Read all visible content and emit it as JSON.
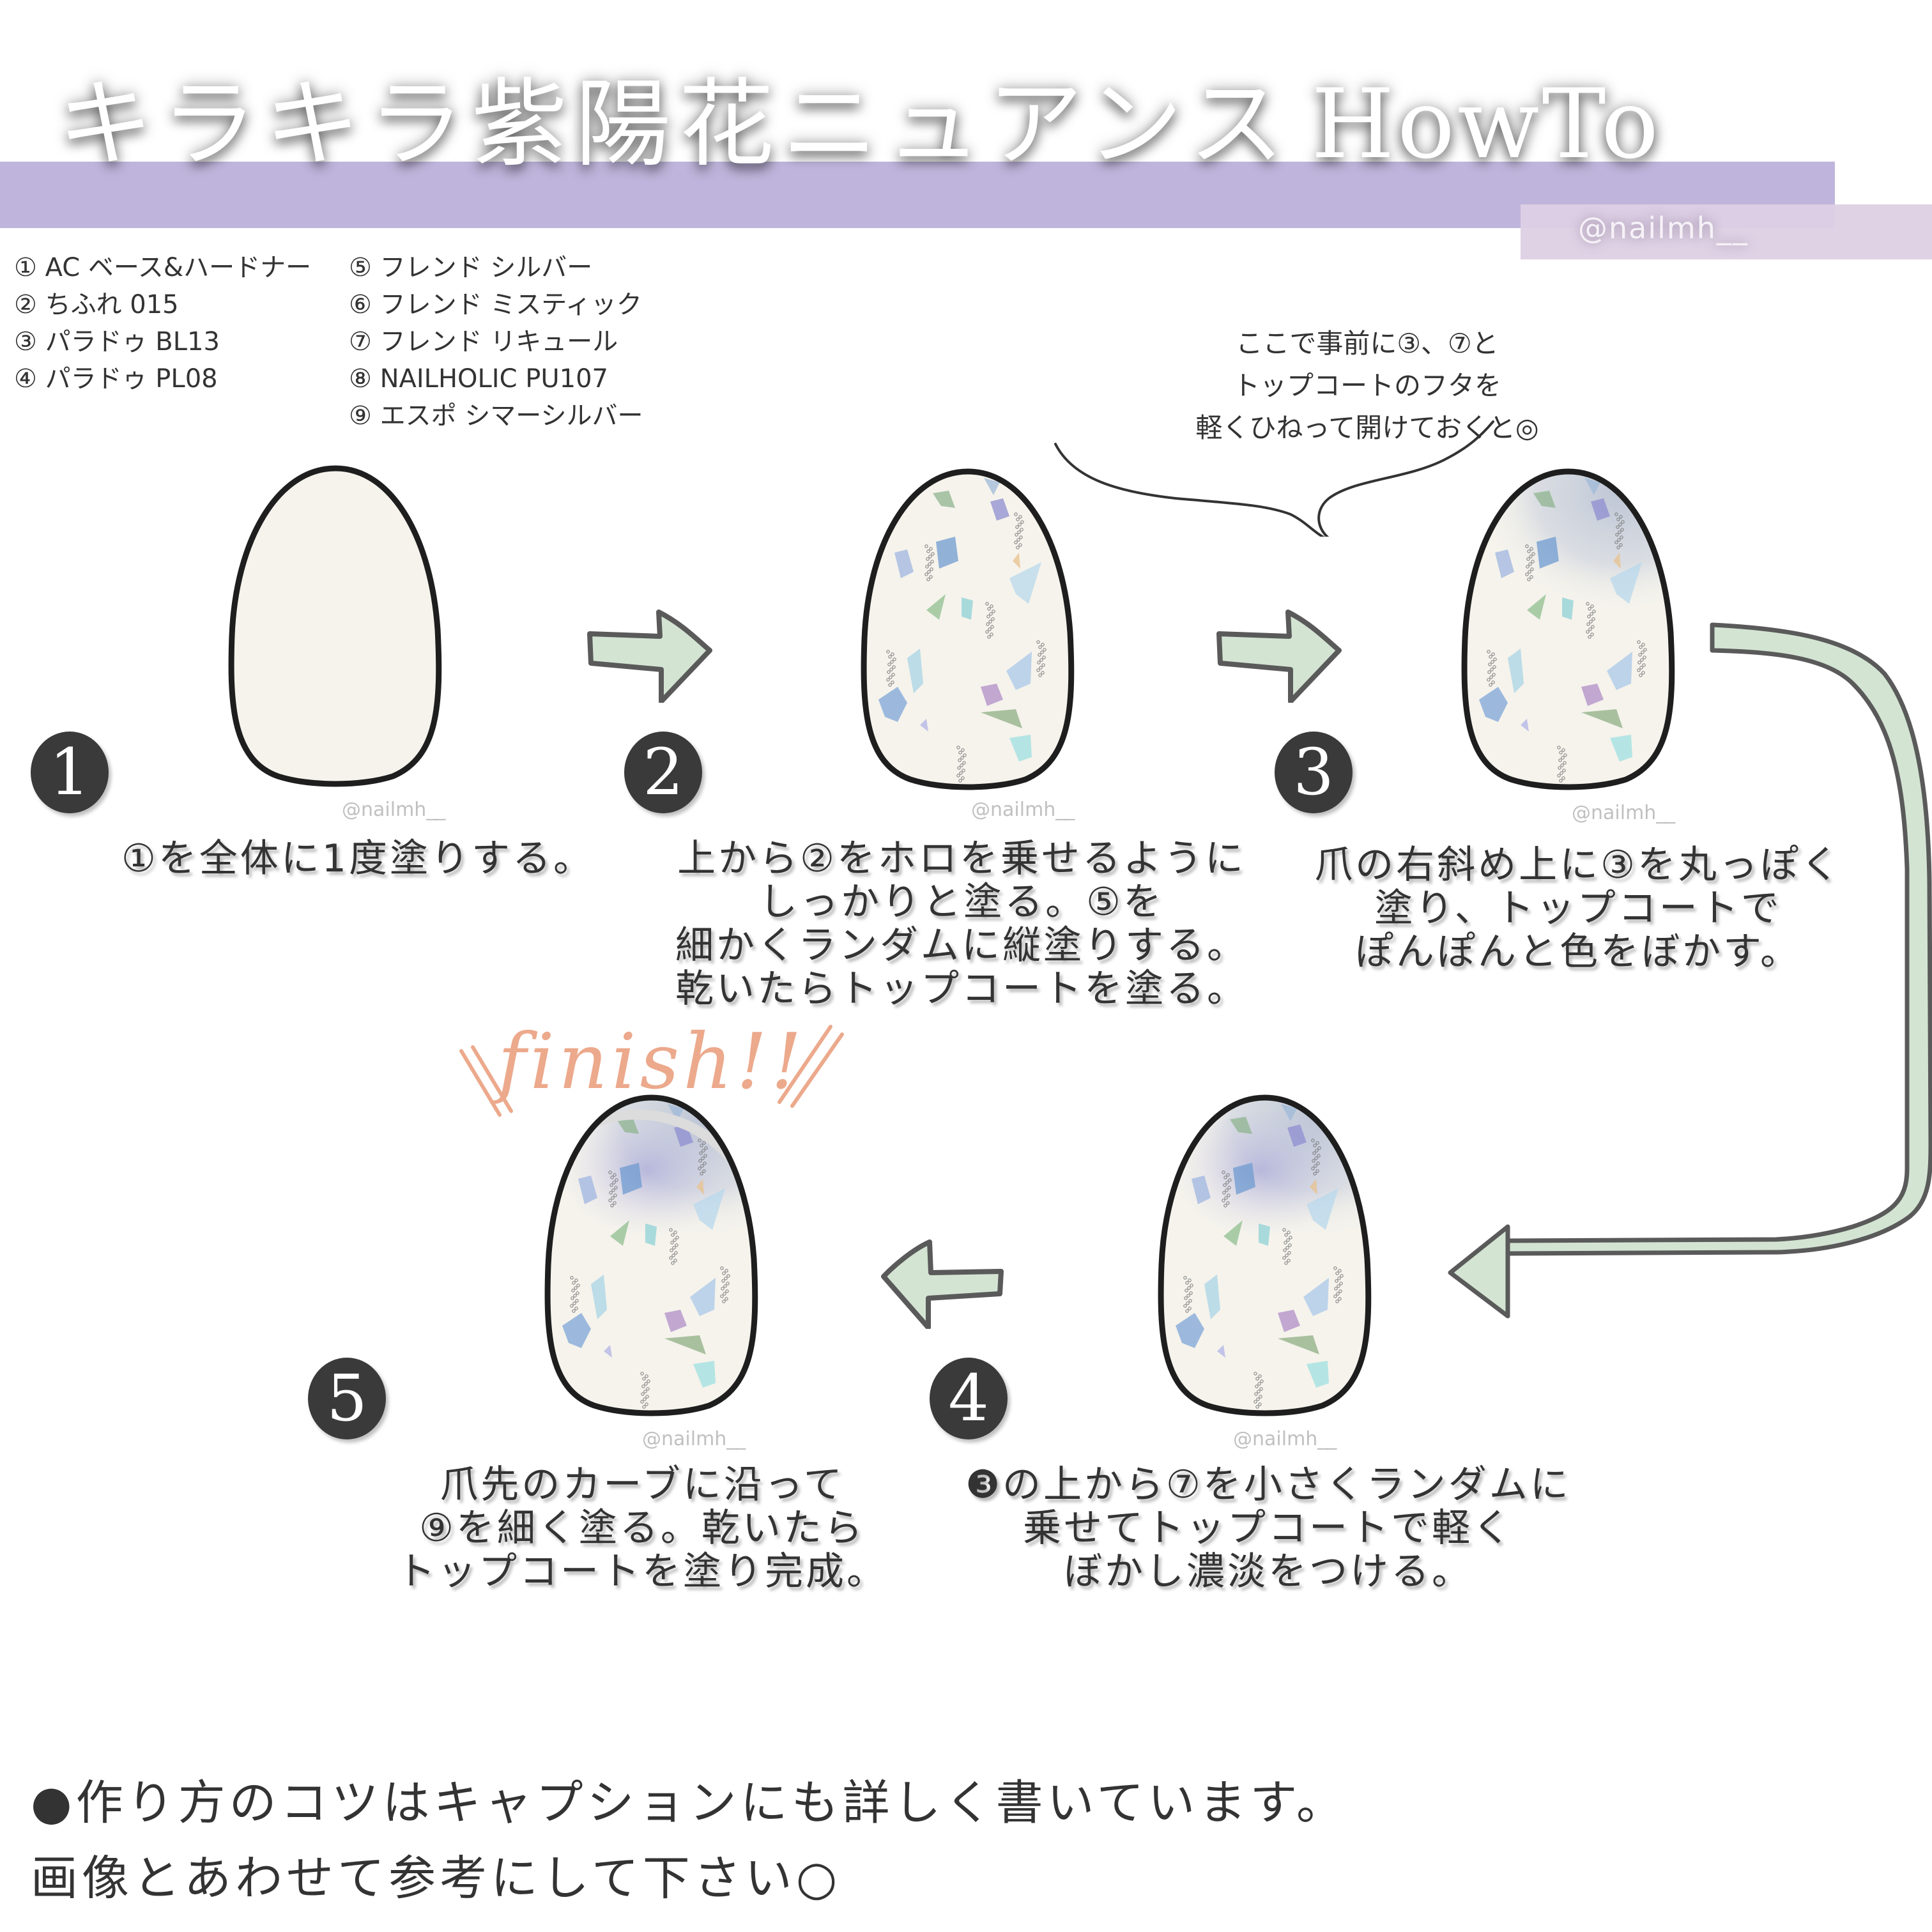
{
  "header": {
    "title_jp": "キラキラ紫陽花ニュアンス",
    "title_latin": "HowTo",
    "handle": "@nailmh__",
    "band_color": "#bfb5dc",
    "handle_band_color": "#ddd0e4"
  },
  "materials": {
    "left": [
      "① AC ベース&ハードナー",
      "② ちふれ 015",
      "③ パラドゥ BL13",
      "④ パラドゥ PL08"
    ],
    "right": [
      "⑤ フレンド シルバー",
      "⑥ フレンド ミスティック",
      "⑦ フレンド リキュール",
      "⑧ NAILHOLIC PU107",
      "⑨ エスポ シマーシルバー"
    ]
  },
  "tip_bubble": {
    "lines": [
      "ここで事前に③、⑦と",
      "トップコートのフタを",
      "軽くひねって開けておくと◎"
    ]
  },
  "steps": [
    {
      "number": "1",
      "lines": [
        "①を全体に1度塗りする。"
      ]
    },
    {
      "number": "2",
      "lines": [
        "上から②をホロを乗せるように",
        "しっかりと塗る。⑤を",
        "細かくランダムに縦塗りする。",
        "乾いたらトップコートを塗る。"
      ]
    },
    {
      "number": "3",
      "lines": [
        "爪の右斜め上に③を丸っぽく",
        "塗り、トップコートで",
        "ぽんぽんと色をぼかす。"
      ]
    },
    {
      "number": "4",
      "lines": [
        "❸の上から⑦を小さくランダムに",
        "乗せてトップコートで軽く",
        "ぼかし濃淡をつける。"
      ]
    },
    {
      "number": "5",
      "lines": [
        "爪先のカーブに沿って",
        "⑨を細く塗る。乾いたら",
        "トップコートを塗り完成。"
      ]
    }
  ],
  "watermark": "@nailmh__",
  "finish_label": "finish!!",
  "colors": {
    "arrow_fill": "#d3e4d3",
    "arrow_stroke": "#5a5a5a",
    "finish": "#eca98c",
    "badge": "#3a3a3a",
    "nail_base": "#f5f3ec",
    "nail_outline": "#1e1e1e"
  },
  "footer": {
    "line1": "●作り方のコツはキャプションにも詳しく書いています。",
    "line2": "画像とあわせて参考にして下さい○"
  }
}
